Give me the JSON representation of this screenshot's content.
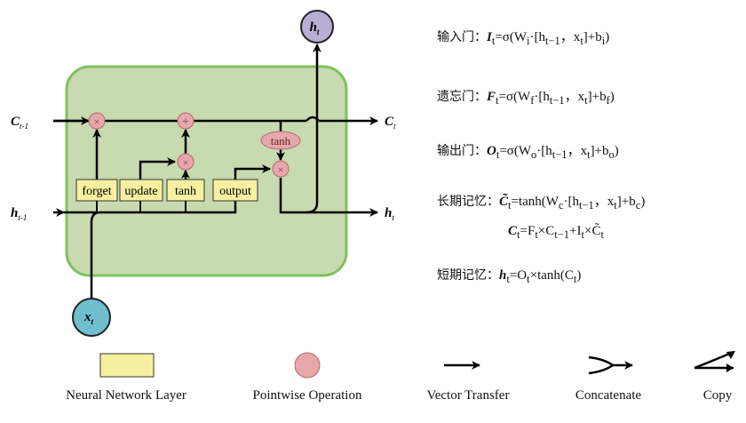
{
  "cell": {
    "inputs": {
      "c_prev": "C",
      "c_prev_sub": "t-1",
      "h_prev": "h",
      "h_prev_sub": "t-1",
      "x": "x",
      "x_sub": "t"
    },
    "outputs": {
      "c": "C",
      "c_sub": "t",
      "h": "h",
      "h_sub": "t",
      "h_top": "h",
      "h_top_sub": "t"
    },
    "layers": [
      "forget",
      "update",
      "tanh",
      "output"
    ],
    "ops": [
      "×",
      "+",
      "×",
      "×"
    ],
    "tanh_op": "tanh"
  },
  "equations": {
    "input_gate": {
      "label": "输入门：",
      "lhs": "I",
      "lhs_sub": "t",
      "body": "=σ(W",
      "w_sub": "i",
      "mid": "·[h",
      "h_sub": "t−1",
      "comma": "，x",
      "x_sub": "t",
      "close": "]+b",
      "b_sub": "i",
      "end": ")"
    },
    "forget_gate": {
      "label": "遗忘门：",
      "lhs": "F",
      "lhs_sub": "t",
      "body": "=σ(W",
      "w_sub": "f",
      "mid": "·[h",
      "h_sub": "t−1",
      "comma": "，x",
      "x_sub": "t",
      "close": "]+b",
      "b_sub": "f",
      "end": ")"
    },
    "output_gate": {
      "label": "输出门：",
      "lhs": "O",
      "lhs_sub": "t",
      "body": "=σ(W",
      "w_sub": "o",
      "mid": "·[h",
      "h_sub": "t−1",
      "comma": "，x",
      "x_sub": "t",
      "close": "]+b",
      "b_sub": "o",
      "end": ")"
    },
    "long_memory": {
      "label": "长期记忆：",
      "lhs": "C̃",
      "lhs_sub": "t",
      "body": "=tanh(W",
      "w_sub": "c",
      "mid": "·[h",
      "h_sub": "t−1",
      "comma": "，x",
      "x_sub": "t",
      "close": "]+b",
      "b_sub": "c",
      "end": ")"
    },
    "cell_update": {
      "c": "C",
      "c_sub": "t",
      "eq": "=F",
      "f_sub": "t",
      "times": "×C",
      "cp_sub": "t−1",
      "plus": "+I",
      "i_sub": "t",
      "times2": "×C̃",
      "ct_sub": "t"
    },
    "short_memory": {
      "label": "短期记忆：",
      "lhs": "h",
      "lhs_sub": "t",
      "eq": "=O",
      "o_sub": "t",
      "rest": "×tanh(C",
      "c_sub": "t",
      "end": ")"
    }
  },
  "legend": {
    "items": [
      "Neural Network Layer",
      "Pointwise Operation",
      "Vector Transfer",
      "Concatenate",
      "Copy"
    ]
  },
  "colors": {
    "cell_fill": "#c8dab0",
    "cell_border": "#7dc25a",
    "layer_fill": "#f6f0a0",
    "op_fill": "#e6a7ab",
    "op_border": "#b06a70",
    "x_fill": "#6fbfcf",
    "h_fill": "#b8aed4"
  }
}
